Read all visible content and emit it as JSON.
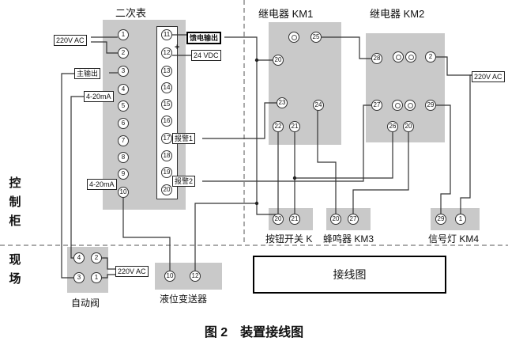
{
  "caption": "图 2　装置接线图",
  "zones": {
    "cabinet": "控制柜",
    "field": "现场"
  },
  "meter": {
    "title": "二次表",
    "left_terminals": [
      "1",
      "2",
      "3",
      "4",
      "5",
      "6",
      "7",
      "8",
      "9",
      "10"
    ],
    "right_terminals": [
      "11",
      "12",
      "13",
      "14",
      "15",
      "16",
      "17",
      "18",
      "19",
      "20"
    ],
    "plus_mark": "+",
    "ac_label": "220V AC",
    "main_output_label": "主输出",
    "ma_label_top": "4-20mA",
    "ma_label_bottom": "4-20mA",
    "feed_output_label": "馈电输出",
    "vdc_label": "24 VDC",
    "alarm1_label": "报警1",
    "alarm2_label": "报警2"
  },
  "km1": {
    "title": "继电器 KM1",
    "terminals": [
      "25",
      "20",
      "23",
      "24",
      "22",
      "21"
    ]
  },
  "km2": {
    "title": "继电器 KM2",
    "terminals": [
      "28",
      "2",
      "27",
      "29",
      "26",
      "20"
    ],
    "ac_label": "220V AC"
  },
  "valve": {
    "title": "自动阀",
    "terminals": [
      "4",
      "2",
      "3",
      "1"
    ],
    "ac_label": "220V AC"
  },
  "transmitter": {
    "title": "液位变送器",
    "terminals": [
      "10",
      "12"
    ]
  },
  "button": {
    "title": "按钮开关 K",
    "terminals": [
      "20",
      "21"
    ]
  },
  "buzzer": {
    "title": "蜂鸣器 KM3",
    "terminals": [
      "20",
      "27"
    ]
  },
  "lamp": {
    "title": "信号灯 KM4",
    "terminals": [
      "29",
      "1"
    ]
  },
  "junction": {
    "label": "接线图"
  }
}
